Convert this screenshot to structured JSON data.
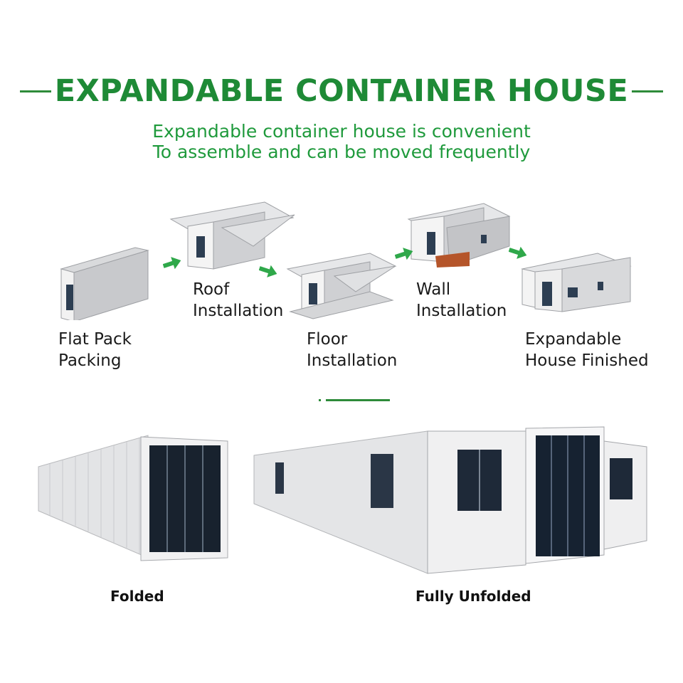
{
  "header": {
    "title": "EXPANDABLE CONTAINER HOUSE",
    "subtitle_line1": "Expandable container house is convenient",
    "subtitle_line2": "To assemble and can be moved frequently"
  },
  "steps": [
    {
      "line1": "Flat Pack",
      "line2": "Packing"
    },
    {
      "line1": "Roof",
      "line2": "Installation"
    },
    {
      "line1": "Floor",
      "line2": "Installation"
    },
    {
      "line1": "Wall",
      "line2": "Installation"
    },
    {
      "line1": "Expandable",
      "line2": "House Finished"
    }
  ],
  "captions": {
    "folded": "Folded",
    "unfolded": "Fully Unfolded"
  },
  "colors": {
    "accent_green": "#1e8a36",
    "arrow_green": "#2fa84a"
  }
}
